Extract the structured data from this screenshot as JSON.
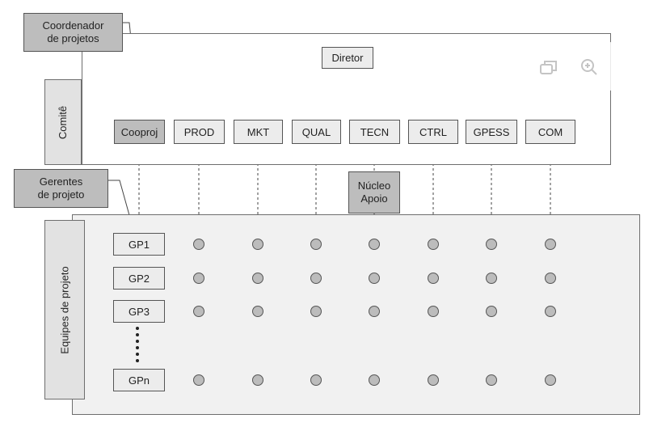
{
  "callouts": {
    "coordenador": "Coordenador\nde projetos",
    "gerentes": "Gerentes\nde projeto"
  },
  "side_labels": {
    "comite": "Comitê",
    "equipes": "Equipes de projeto"
  },
  "director": "Diretor",
  "departments": [
    "Cooproj",
    "PROD",
    "MKT",
    "QUAL",
    "TECN",
    "CTRL",
    "GPESS",
    "COM"
  ],
  "nucleo": "Núcleo\nApoio",
  "project_managers": [
    "GP1",
    "GP2",
    "GP3",
    "GPn"
  ],
  "toolbar": {
    "icons": [
      "copy-icon",
      "zoom-in-icon"
    ]
  },
  "colors": {
    "highlight_box": "#bdbdbd",
    "plain_box": "#ececec",
    "node": "#bcbcbc",
    "panel_bg": "#f1f1f1"
  }
}
